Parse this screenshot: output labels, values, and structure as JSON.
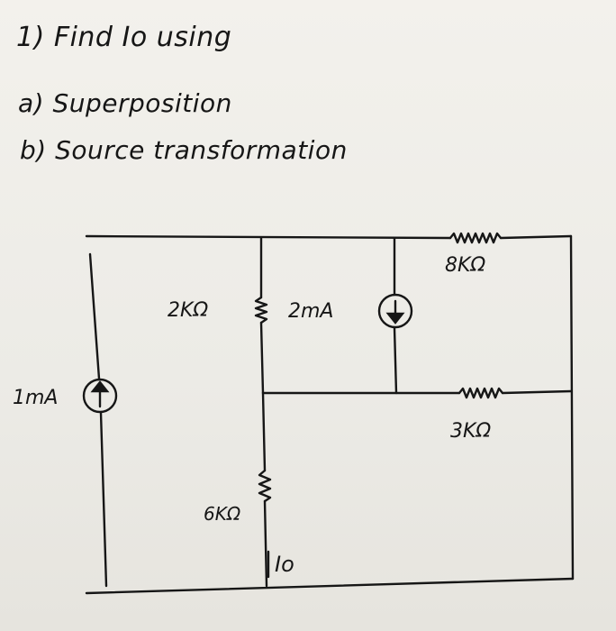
{
  "problem": {
    "title": "1) Find Io using",
    "part_a": "a) Superposition",
    "part_b": "b) Source transformation"
  },
  "circuit": {
    "r_top": "8KΩ",
    "r_vertical_top": "2KΩ",
    "current_source_middle": "2mA",
    "current_source_left": "1mA",
    "r_right": "3KΩ",
    "r_vertical_bottom": "6KΩ",
    "output_current": "Io"
  },
  "colors": {
    "ink": "#161616",
    "paper": "#f1efea"
  }
}
